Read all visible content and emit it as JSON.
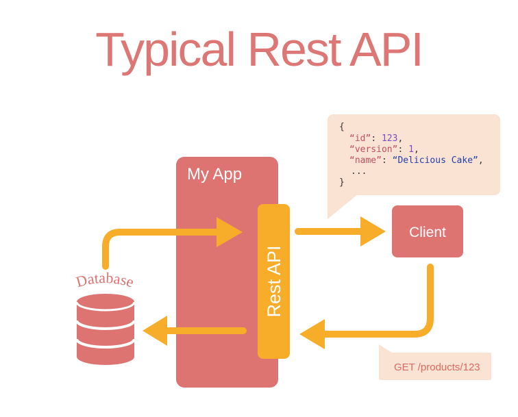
{
  "title": "Typical Rest API",
  "app_label": "My App",
  "rest_api_label": "Rest API",
  "client_label": "Client",
  "database_label": "Database",
  "request_label": "GET /products/123",
  "response_json": {
    "open": "{",
    "id_key": "“id”",
    "id_value": "123",
    "version_key": "“version”",
    "version_value": "1",
    "name_key": "“name”",
    "name_value": "“Delicious Cake”",
    "ellipsis": "...",
    "close": "}"
  },
  "colors": {
    "app": "#dd7472",
    "arrow": "#f7ad2a",
    "bubble": "#fbe3d3",
    "title": "#dc7775"
  }
}
